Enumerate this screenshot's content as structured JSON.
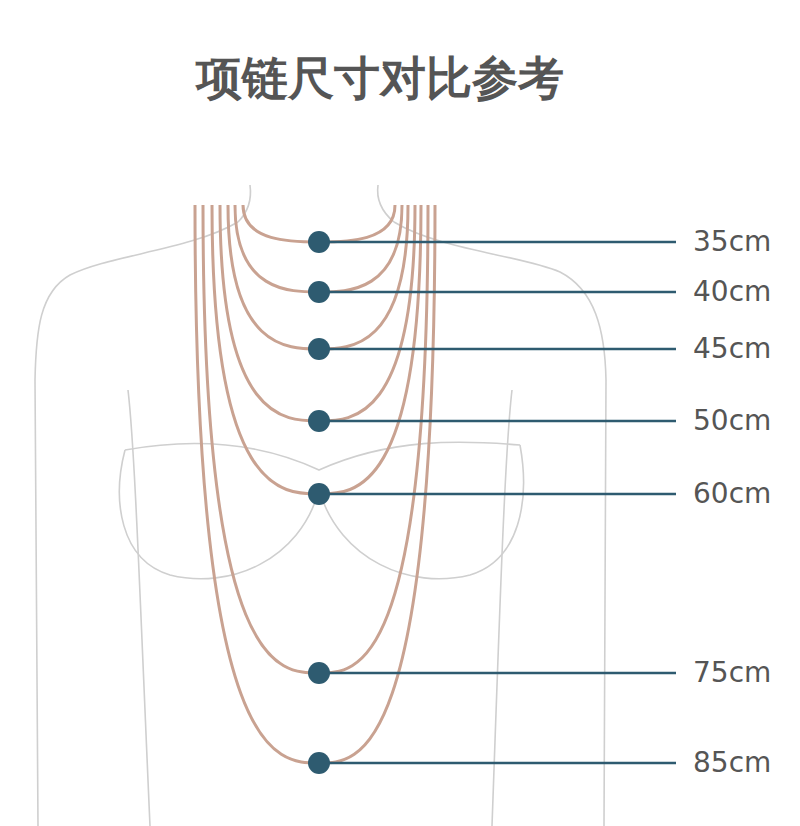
{
  "diagram": {
    "title": "项链尺寸对比参考",
    "labels": [
      "35cm",
      "40cm",
      "45cm",
      "50cm",
      "60cm",
      "75cm",
      "85cm"
    ]
  }
}
